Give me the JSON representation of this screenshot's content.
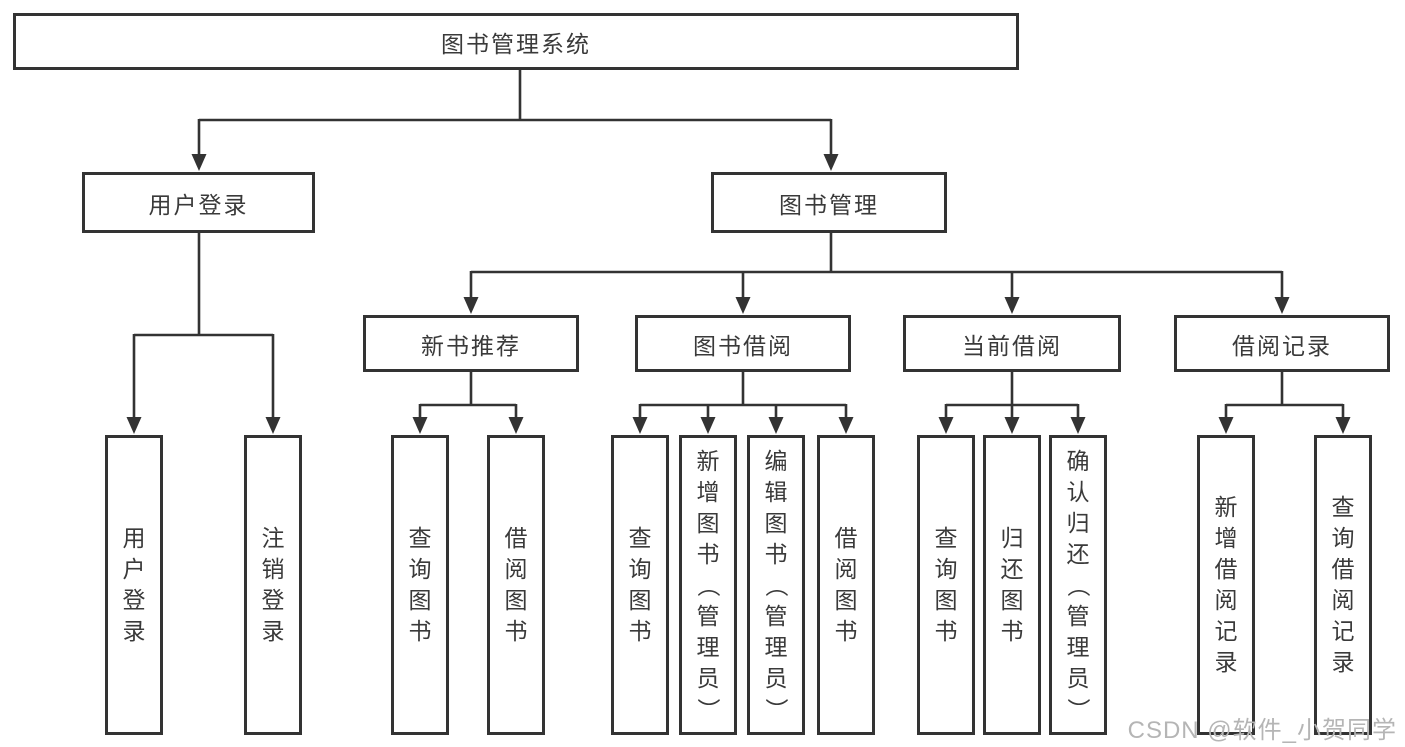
{
  "diagram": {
    "title": "图书管理系统",
    "watermark": "CSDN @软件_小贺同学",
    "colors": {
      "line": "#333333",
      "text": "#3a3a3a",
      "watermark": "#b5b5b5",
      "background": "#ffffff"
    },
    "nodes": {
      "root": "图书管理系统",
      "user_login": "用户登录",
      "book_mgmt": "图书管理",
      "new_book_rec": "新书推荐",
      "book_borrow": "图书借阅",
      "current_borrow": "当前借阅",
      "borrow_record": "借阅记录",
      "ul_login": "用户登录",
      "ul_logout": "注销登录",
      "nb_query": "查询图书",
      "nb_borrow": "借阅图书",
      "bb_query": "查询图书",
      "bb_add": "新增图书（管理员）",
      "bb_edit": "编辑图书（管理员）",
      "bb_borrow": "借阅图书",
      "cb_query": "查询图书",
      "cb_return": "归还图书",
      "cb_confirm": "确认归还（管理员）",
      "br_add": "新增借阅记录",
      "br_query": "查询借阅记录"
    },
    "structure": {
      "root_children": [
        "用户登录",
        "图书管理"
      ],
      "user_login_children": [
        "用户登录",
        "注销登录"
      ],
      "book_mgmt_children": [
        "新书推荐",
        "图书借阅",
        "当前借阅",
        "借阅记录"
      ]
    }
  }
}
